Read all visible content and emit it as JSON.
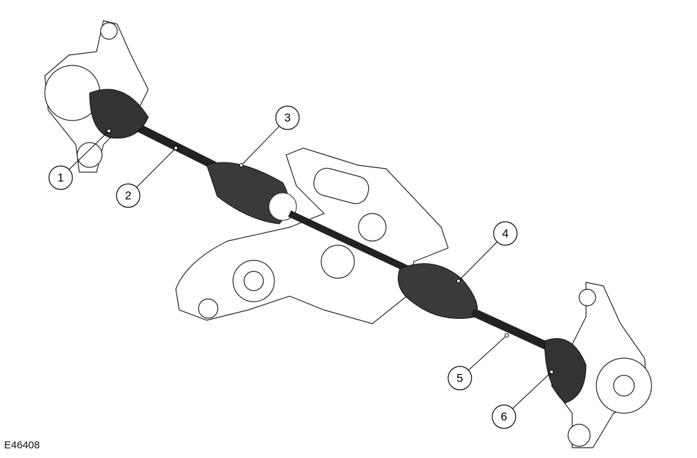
{
  "figure_id": "E46408",
  "callouts": [
    {
      "label": "1"
    },
    {
      "label": "2"
    },
    {
      "label": "3"
    },
    {
      "label": "4"
    },
    {
      "label": "5"
    },
    {
      "label": "6"
    }
  ]
}
